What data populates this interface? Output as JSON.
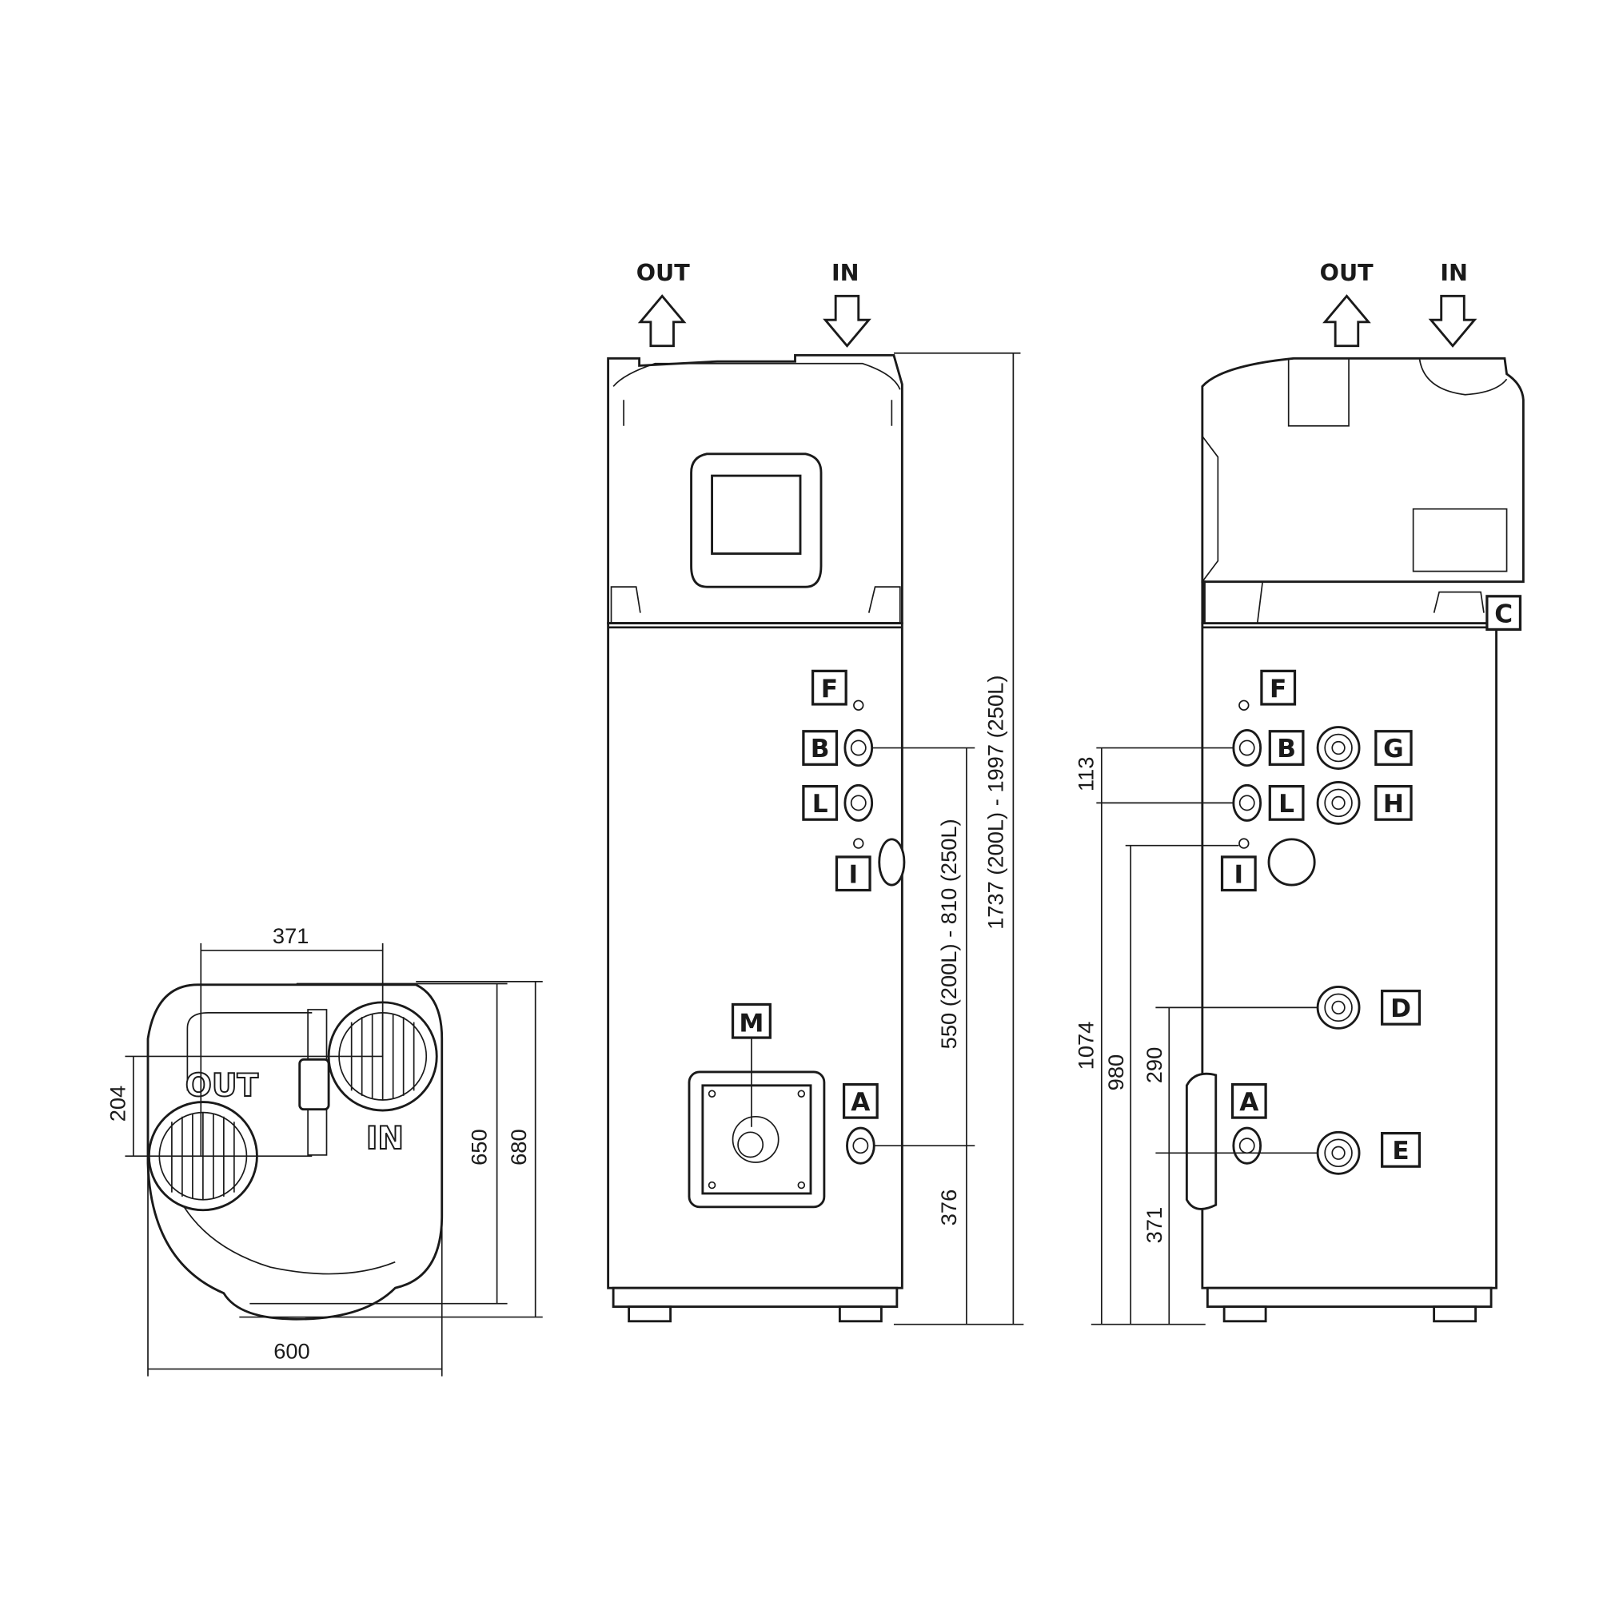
{
  "top_view": {
    "dims": {
      "width_371": "371",
      "depth_204": "204",
      "depth_650": "650",
      "depth_680": "680",
      "width_600": "600"
    },
    "embossed": {
      "out": "OUT",
      "in": "IN"
    }
  },
  "front_view": {
    "airflow": {
      "out": "OUT",
      "in": "IN"
    },
    "labels": {
      "F": "F",
      "B": "B",
      "L": "L",
      "I": "I",
      "M": "M",
      "A": "A"
    },
    "dims": {
      "connection_height": "550 (200L) - 810 (250L)",
      "bottom": "376",
      "total_height": "1737 (200L) - 1997 (250L)"
    }
  },
  "side_view": {
    "airflow": {
      "out": "OUT",
      "in": "IN"
    },
    "labels": {
      "C": "C",
      "F": "F",
      "B": "B",
      "G": "G",
      "L": "L",
      "H": "H",
      "I": "I",
      "D": "D",
      "A": "A",
      "E": "E"
    },
    "dims": {
      "d113": "113",
      "d1074": "1074",
      "d980": "980",
      "d290": "290",
      "d371": "371"
    }
  }
}
